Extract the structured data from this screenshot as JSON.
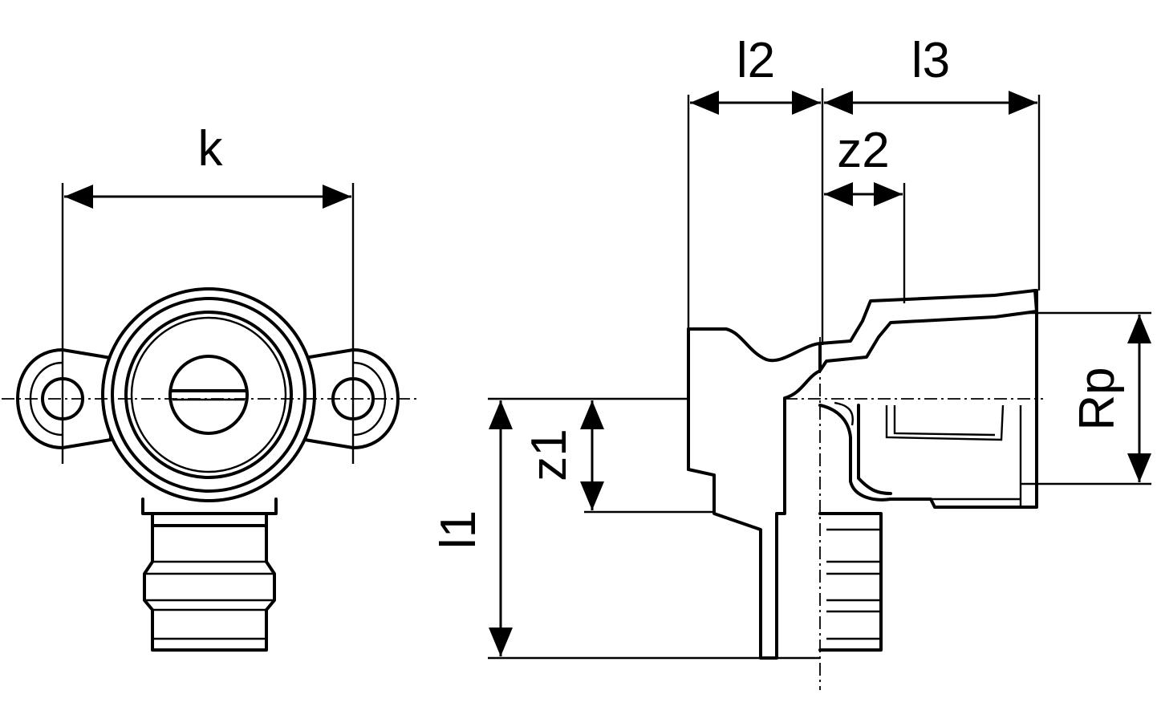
{
  "labels": {
    "k": "k",
    "l2": "l2",
    "l3": "l3",
    "z2": "z2",
    "rp": "Rp",
    "z1": "z1",
    "l1": "l1"
  },
  "colors": {
    "line": "#000000",
    "background": "#ffffff"
  }
}
